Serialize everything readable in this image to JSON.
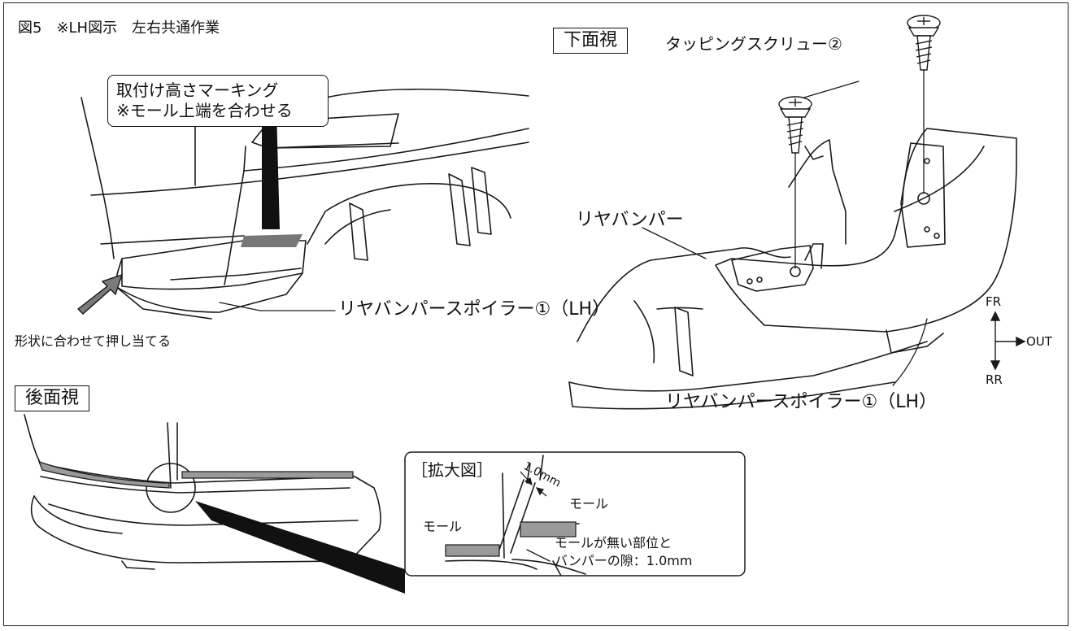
{
  "figure": {
    "title": "図5　※LH図示　左右共通作業"
  },
  "views": {
    "bottom_view": "下面視",
    "rear_view": "後面視",
    "enlarged": "［拡大図］"
  },
  "callouts": {
    "marking_line1": "取付け高さマーキング",
    "marking_line2": "※モール上端を合わせる",
    "spoiler_top": "リヤバンパースポイラー①（LH）",
    "push_instruction": "形状に合わせて押し当てる",
    "screw": "タッピングスクリュー②",
    "rear_bumper": "リヤバンパー",
    "spoiler_bottom": "リヤバンパースポイラー①（LH）"
  },
  "orientation": {
    "fr": "FR",
    "rr": "RR",
    "out": "OUT"
  },
  "enlarged_detail": {
    "gap": "1.0mm",
    "molding_left": "モール",
    "molding_right": "モール",
    "note_line1": "モールが無い部位と",
    "note_line2": "バンパーの隙：1.0mm"
  },
  "colors": {
    "line": "#1a1a1a",
    "molding_fill": "#9a9a9a",
    "marker_fill": "#111111",
    "arrow_fill": "#7a7a7a"
  }
}
